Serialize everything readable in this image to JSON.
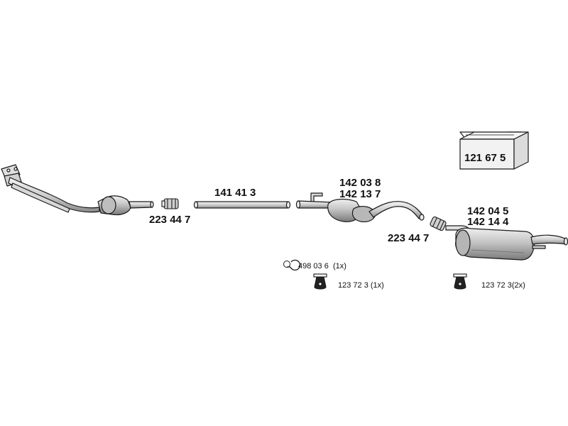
{
  "parts": {
    "kit_box": "121 67 5",
    "clamp_front": "223 44 7",
    "middle_pipe": "141 41 3",
    "center_silencer_1": "142 03 8",
    "center_silencer_2": "142 13 7",
    "clamp_rear": "223 44 7",
    "rear_silencer_1": "142 04 5",
    "rear_silencer_2": "142 14 4"
  },
  "accessories": {
    "ring_part": "498 03 6",
    "ring_qty": "(1x)",
    "mount_center_part": "123 72 3",
    "mount_center_qty": "(1x)",
    "mount_rear_part": "123 72 3",
    "mount_rear_qty": "(2x)"
  },
  "colors": {
    "line": "#1a1a1a",
    "part_fill": "#c8c8c8",
    "part_light": "#e8e8e8",
    "box_fill": "#f2f2f2"
  }
}
